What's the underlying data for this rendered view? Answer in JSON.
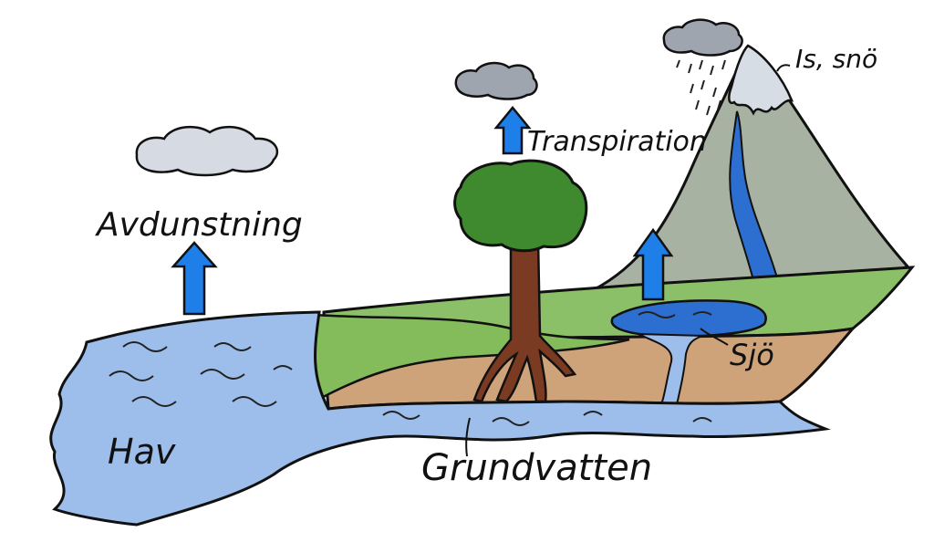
{
  "labels": {
    "evaporation": "Avdunstning",
    "transpiration": "Transpiration",
    "ice_snow": "Is, snö",
    "lake": "Sjö",
    "sea": "Hav",
    "groundwater": "Grundvatten"
  },
  "colors": {
    "water": "#9dbdea",
    "arrow": "#1f7fe8",
    "grass": "#8cc068",
    "soil": "#cfa37a",
    "mountain": "#a8b2a2",
    "snow": "#d7dde4",
    "cloud_light": "#d6dbe3",
    "cloud_dark": "#9ea5ae",
    "tree_crown": "#3f8a2f",
    "tree_trunk": "#7b3b22",
    "outline": "#111111"
  }
}
